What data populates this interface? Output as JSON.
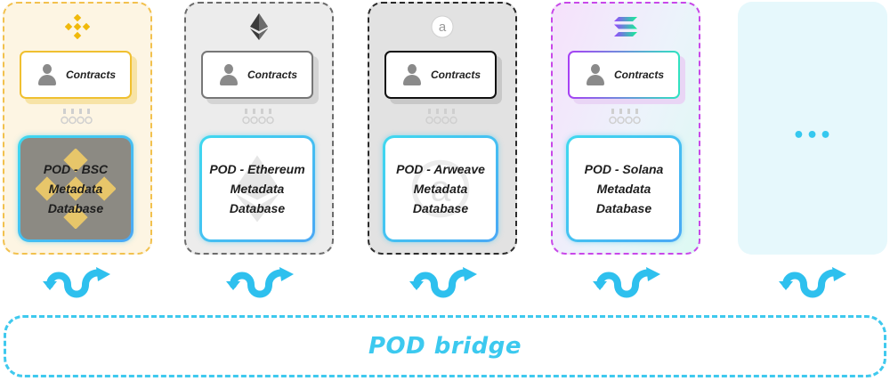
{
  "chains": [
    {
      "id": "bsc",
      "icon": "binance-logo-icon",
      "contracts_label": "Contracts",
      "db_lines": [
        "POD - BSC",
        "Metadata",
        "Database"
      ],
      "accent": "#f2c14e"
    },
    {
      "id": "eth",
      "icon": "ethereum-logo-icon",
      "contracts_label": "Contracts",
      "db_lines": [
        "POD - Ethereum",
        "Metadata",
        "Database"
      ],
      "accent": "#6c6c6c"
    },
    {
      "id": "arweave",
      "icon": "arweave-logo-icon",
      "contracts_label": "Contracts",
      "db_lines": [
        "POD - Arweave",
        "Metadata",
        "Database"
      ],
      "accent": "#2b2b2b"
    },
    {
      "id": "solana",
      "icon": "solana-logo-icon",
      "contracts_label": "Contracts",
      "db_lines": [
        "POD - Solana",
        "Metadata",
        "Database"
      ],
      "accent": "#c848e9"
    }
  ],
  "more": {
    "label": "•••"
  },
  "bridge": {
    "label": "POD bridge",
    "color": "#3cc9ef"
  }
}
